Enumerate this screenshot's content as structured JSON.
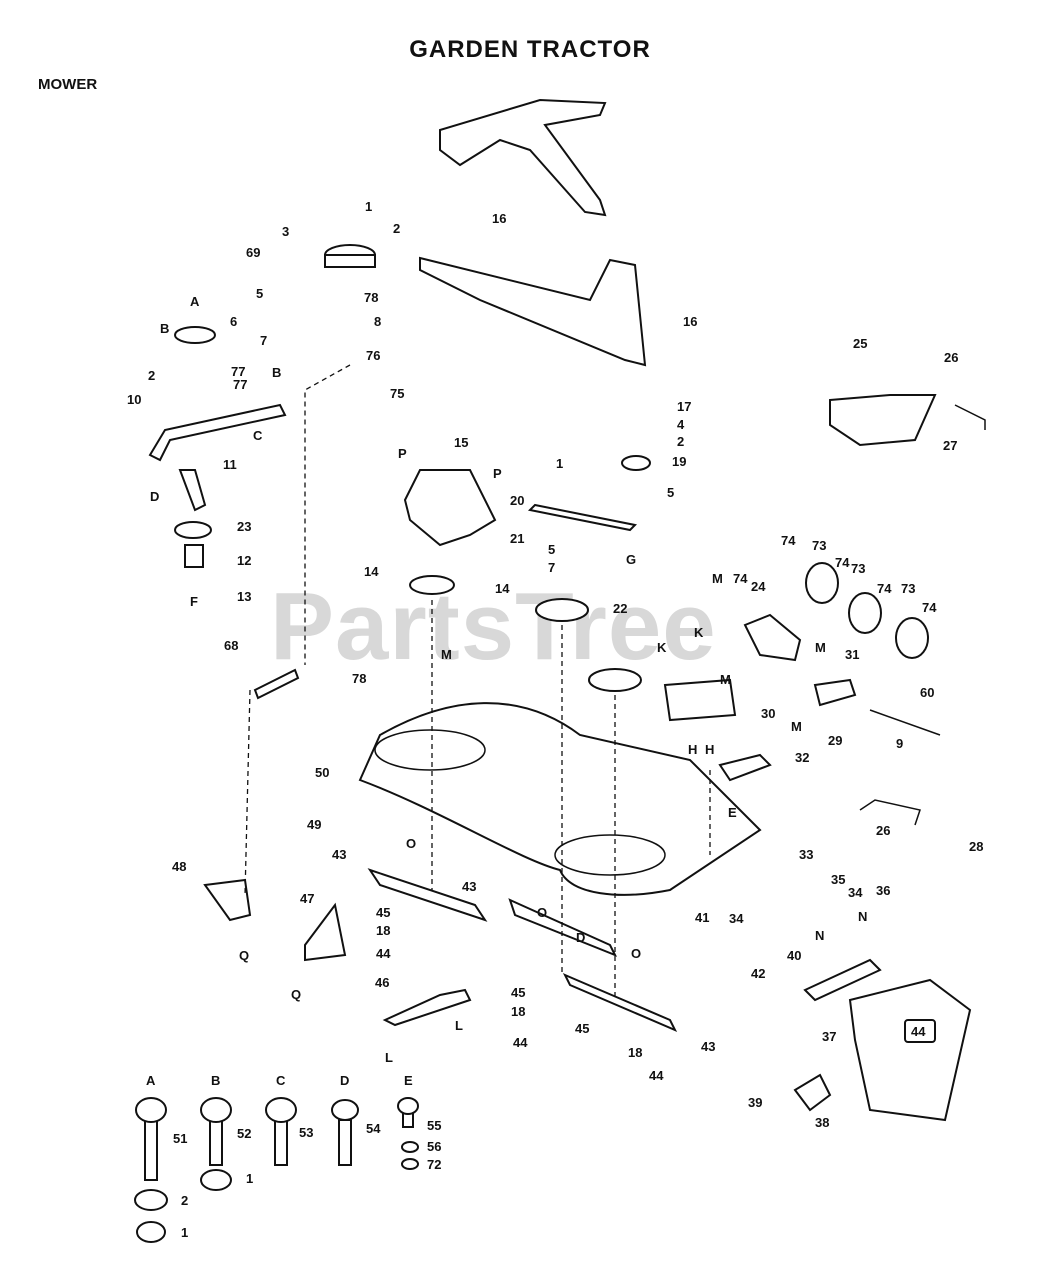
{
  "title": "GARDEN TRACTOR",
  "section": "MOWER",
  "watermark": "PartsTree",
  "deck_badge": "44",
  "callouts": [
    {
      "id": "c1",
      "text": "1"
    },
    {
      "id": "c2",
      "text": "2"
    },
    {
      "id": "c3",
      "text": "3"
    },
    {
      "id": "c69",
      "text": "69"
    },
    {
      "id": "c5a",
      "text": "5"
    },
    {
      "id": "c78a",
      "text": "78"
    },
    {
      "id": "c8",
      "text": "8"
    },
    {
      "id": "c76",
      "text": "76"
    },
    {
      "id": "c75",
      "text": "75"
    },
    {
      "id": "cA",
      "text": "A"
    },
    {
      "id": "c6",
      "text": "6"
    },
    {
      "id": "cB",
      "text": "B"
    },
    {
      "id": "c7a",
      "text": "7"
    },
    {
      "id": "c77a",
      "text": "77"
    },
    {
      "id": "c77b",
      "text": "77"
    },
    {
      "id": "cB2",
      "text": "B"
    },
    {
      "id": "c2b",
      "text": "2"
    },
    {
      "id": "c10",
      "text": "10"
    },
    {
      "id": "cC",
      "text": "C"
    },
    {
      "id": "cD",
      "text": "D"
    },
    {
      "id": "c11",
      "text": "11"
    },
    {
      "id": "c23",
      "text": "23"
    },
    {
      "id": "c12",
      "text": "12"
    },
    {
      "id": "c13",
      "text": "13"
    },
    {
      "id": "cF",
      "text": "F"
    },
    {
      "id": "c16a",
      "text": "16"
    },
    {
      "id": "c16b",
      "text": "16"
    },
    {
      "id": "c25",
      "text": "25"
    },
    {
      "id": "c26a",
      "text": "26"
    },
    {
      "id": "c27",
      "text": "27"
    },
    {
      "id": "c17",
      "text": "17"
    },
    {
      "id": "c4",
      "text": "4"
    },
    {
      "id": "c2c",
      "text": "2"
    },
    {
      "id": "c19",
      "text": "19"
    },
    {
      "id": "c1b",
      "text": "1"
    },
    {
      "id": "c5b",
      "text": "5"
    },
    {
      "id": "c20",
      "text": "20"
    },
    {
      "id": "c21",
      "text": "21"
    },
    {
      "id": "c5c",
      "text": "5"
    },
    {
      "id": "c7b",
      "text": "7"
    },
    {
      "id": "cG",
      "text": "G"
    },
    {
      "id": "cP1",
      "text": "P"
    },
    {
      "id": "c15",
      "text": "15"
    },
    {
      "id": "cP2",
      "text": "P"
    },
    {
      "id": "c14a",
      "text": "14"
    },
    {
      "id": "c14b",
      "text": "14"
    },
    {
      "id": "c22",
      "text": "22"
    },
    {
      "id": "cM1",
      "text": "M"
    },
    {
      "id": "c78b",
      "text": "78"
    },
    {
      "id": "c68",
      "text": "68"
    },
    {
      "id": "c50",
      "text": "50"
    },
    {
      "id": "c49",
      "text": "49"
    },
    {
      "id": "c74a",
      "text": "74"
    },
    {
      "id": "c73a",
      "text": "73"
    },
    {
      "id": "c74b",
      "text": "74"
    },
    {
      "id": "c73b",
      "text": "73"
    },
    {
      "id": "c74c",
      "text": "74"
    },
    {
      "id": "c73c",
      "text": "73"
    },
    {
      "id": "c74d",
      "text": "74"
    },
    {
      "id": "cM2",
      "text": "M"
    },
    {
      "id": "c74e",
      "text": "74"
    },
    {
      "id": "c24",
      "text": "24"
    },
    {
      "id": "cK1",
      "text": "K"
    },
    {
      "id": "cK2",
      "text": "K"
    },
    {
      "id": "cM3",
      "text": "M"
    },
    {
      "id": "c30",
      "text": "30"
    },
    {
      "id": "cM4",
      "text": "M"
    },
    {
      "id": "c31",
      "text": "31"
    },
    {
      "id": "c60",
      "text": "60"
    },
    {
      "id": "cM5",
      "text": "M"
    },
    {
      "id": "c29",
      "text": "29"
    },
    {
      "id": "c9",
      "text": "9"
    },
    {
      "id": "cH1",
      "text": "H"
    },
    {
      "id": "cH2",
      "text": "H"
    },
    {
      "id": "c32",
      "text": "32"
    },
    {
      "id": "cE",
      "text": "E"
    },
    {
      "id": "c26b",
      "text": "26"
    },
    {
      "id": "c28",
      "text": "28"
    },
    {
      "id": "cO1",
      "text": "O"
    },
    {
      "id": "c33",
      "text": "33"
    },
    {
      "id": "c43a",
      "text": "43"
    },
    {
      "id": "c43b",
      "text": "43"
    },
    {
      "id": "cO2",
      "text": "O"
    },
    {
      "id": "cD2",
      "text": "D"
    },
    {
      "id": "cO3",
      "text": "O"
    },
    {
      "id": "c41",
      "text": "41"
    },
    {
      "id": "c34a",
      "text": "34"
    },
    {
      "id": "c35",
      "text": "35"
    },
    {
      "id": "c34b",
      "text": "34"
    },
    {
      "id": "c36",
      "text": "36"
    },
    {
      "id": "c48",
      "text": "48"
    },
    {
      "id": "cQ1",
      "text": "Q"
    },
    {
      "id": "c47",
      "text": "47"
    },
    {
      "id": "cQ2",
      "text": "Q"
    },
    {
      "id": "c45a",
      "text": "45"
    },
    {
      "id": "c18a",
      "text": "18"
    },
    {
      "id": "c44a",
      "text": "44"
    },
    {
      "id": "c46",
      "text": "46"
    },
    {
      "id": "cL1",
      "text": "L"
    },
    {
      "id": "cL2",
      "text": "L"
    },
    {
      "id": "c45b",
      "text": "45"
    },
    {
      "id": "c18b",
      "text": "18"
    },
    {
      "id": "c44b",
      "text": "44"
    },
    {
      "id": "c45c",
      "text": "45"
    },
    {
      "id": "c18c",
      "text": "18"
    },
    {
      "id": "c43c",
      "text": "43"
    },
    {
      "id": "c44c",
      "text": "44"
    },
    {
      "id": "cN1",
      "text": "N"
    },
    {
      "id": "cN2",
      "text": "N"
    },
    {
      "id": "c42",
      "text": "42"
    },
    {
      "id": "c40",
      "text": "40"
    },
    {
      "id": "c37",
      "text": "37"
    },
    {
      "id": "c39",
      "text": "39"
    },
    {
      "id": "c38",
      "text": "38"
    }
  ],
  "bolt_legend": [
    {
      "letter": "A",
      "part": "51"
    },
    {
      "letter": "B",
      "part": "52"
    },
    {
      "letter": "C",
      "part": "53"
    },
    {
      "letter": "D",
      "part": "54"
    },
    {
      "letter": "E",
      "part": "55"
    }
  ],
  "legend_extras": [
    {
      "id": "e56",
      "text": "56"
    },
    {
      "id": "e72",
      "text": "72"
    },
    {
      "id": "eB1",
      "text": "1"
    },
    {
      "id": "eA2",
      "text": "2"
    },
    {
      "id": "eA1",
      "text": "1"
    }
  ]
}
